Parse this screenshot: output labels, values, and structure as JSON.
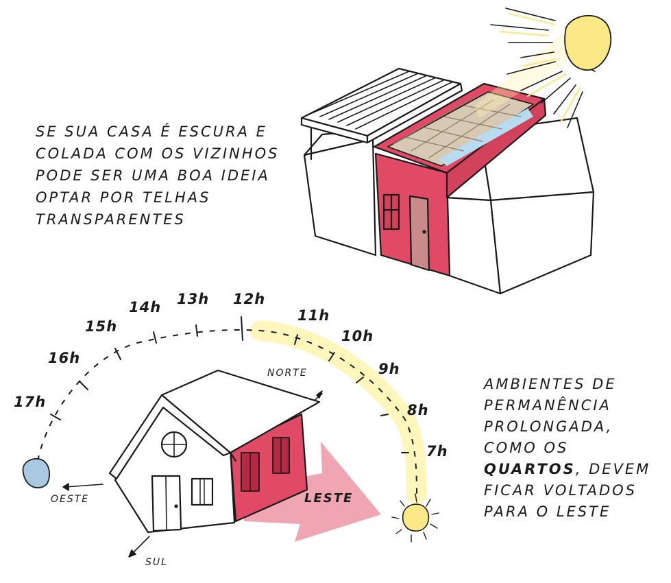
{
  "tip_top": {
    "lines": [
      "SE SUA CASA É ESCURA E",
      "COLADA COM OS VIZINHOS",
      "PODE SER UMA BOA IDEIA",
      "OPTAR POR TELHAS",
      "TRANSPARENTES"
    ]
  },
  "tip_bottom": {
    "line1": "AMBIENTES DE",
    "line2": "PERMANÊNCIA",
    "line3": "PROLONGADA,",
    "line4": "COMO OS",
    "line5_bold": "QUARTOS",
    "line5_rest": ", DEVEM",
    "line6": "FICAR VOLTADOS",
    "line7": "PARA O LESTE"
  },
  "sun_path": {
    "hours": [
      "7h",
      "8h",
      "9h",
      "10h",
      "11h",
      "12h",
      "13h",
      "14h",
      "15h",
      "16h",
      "17h"
    ]
  },
  "compass": {
    "norte": "NORTE",
    "oeste": "OESTE",
    "sul": "SUL",
    "leste": "LESTE"
  },
  "colors": {
    "house_red": "#e04a64",
    "arrow_pink": "#f0a6b2",
    "sun_yellow": "#fbe987",
    "moon_blue": "#a9c9e3",
    "glass_tile": "#b7dcef",
    "roof_tile": "#d7c9b3"
  }
}
